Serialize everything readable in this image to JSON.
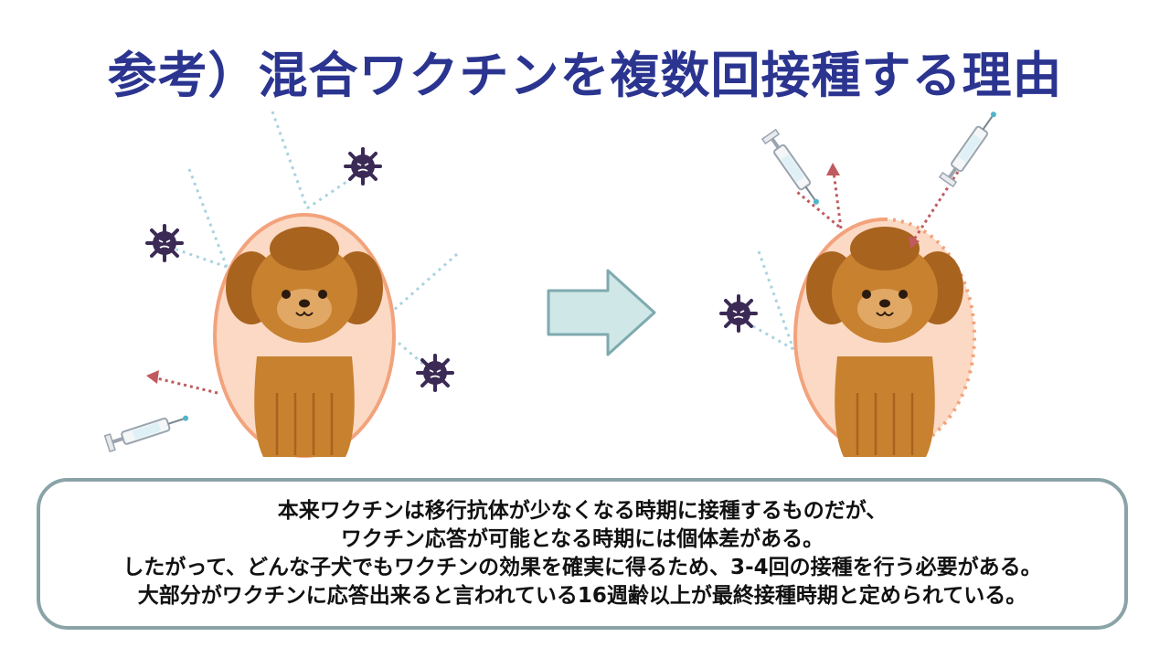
{
  "slide": {
    "title": "参考）混合ワクチンを複数回接種する理由"
  },
  "caption": {
    "lines": [
      "本来ワクチンは移行抗体が少なくなる時期に接種するものだが、",
      "ワクチン応答が可能となる時期には個体差がある。",
      "したがって、どんな子犬でもワクチンの効果を確実に得るため、3-4回の接種を行う必要がある。",
      "大部分がワクチンに応答出来ると言われている16週齢以上が最終接種時期と定められている。"
    ]
  },
  "illustration": {
    "left_panel": "puppy protected by maternal antibodies, virus and vaccine bounced away",
    "right_panel": "puppy with weakened antibody barrier, vaccine enters",
    "colors": {
      "shield_fill": "#fbd9c4",
      "shield_stroke": "#f2a37c",
      "dog_fur": "#c8812f",
      "dog_fur_dark": "#a8631f",
      "virus": "#3b2a55",
      "arrow_fill": "#cfe7e6",
      "arrow_stroke": "#7eaab0",
      "dotted_blue": "#a9d3df",
      "dotted_red": "#c05a5e"
    }
  }
}
